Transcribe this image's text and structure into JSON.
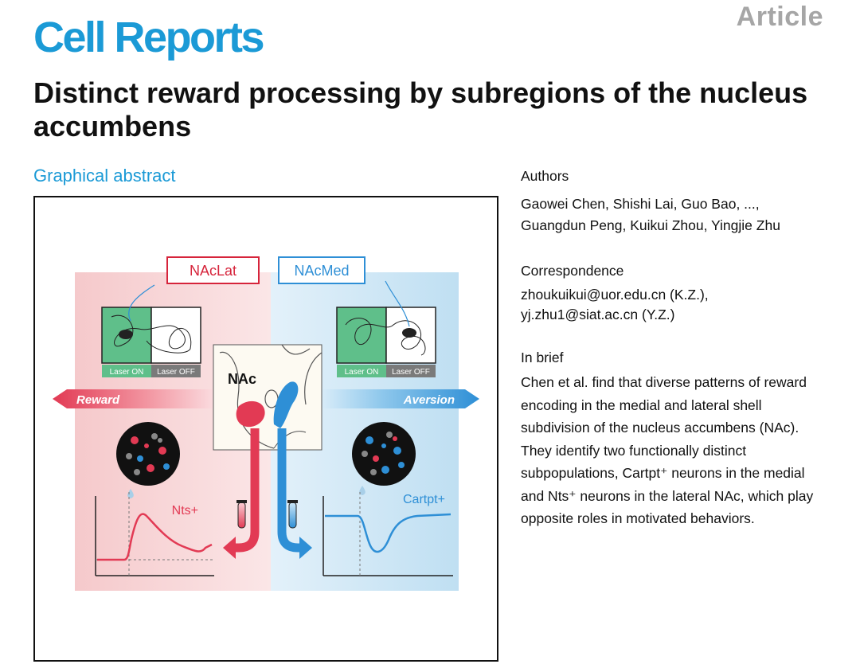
{
  "header": {
    "article_type": "Article",
    "journal": "Cell Reports",
    "title": "Distinct reward processing by subregions of the nucleus accumbens"
  },
  "graphical_abstract": {
    "heading": "Graphical abstract",
    "lateral_label": "NAcLat",
    "medial_label": "NAcMed",
    "laser_on": "Laser ON",
    "laser_off": "Laser OFF",
    "reward_label": "Reward",
    "aversion_label": "Aversion",
    "region_label": "NAc",
    "lateral_neuron": "Nts+",
    "medial_neuron": "Cartpt+",
    "colors": {
      "lateral": "#e23a54",
      "medial": "#2e8fd6",
      "lateral_bg": "#f7d3d4",
      "medial_bg": "#cde6f4",
      "laser_on_green": "#5fbf8a"
    }
  },
  "authors": {
    "heading": "Authors",
    "line1": "Gaowei Chen, Shishi Lai, Guo Bao, ...,",
    "line2": "Guangdun Peng, Kuikui Zhou, Yingjie Zhu"
  },
  "correspondence": {
    "heading": "Correspondence",
    "email1": "zhoukuikui@uor.edu.cn (K.Z.),",
    "email2": "yj.zhu1@siat.ac.cn (Y.Z.)"
  },
  "in_brief": {
    "heading": "In brief",
    "text": "Chen et al. find that diverse patterns of reward encoding in the medial and lateral shell subdivision of the nucleus accumbens (NAc). They identify two functionally distinct subpopulations, Cartpt⁺ neurons in the medial and Nts⁺ neurons in the lateral NAc, which play opposite roles in motivated behaviors."
  }
}
